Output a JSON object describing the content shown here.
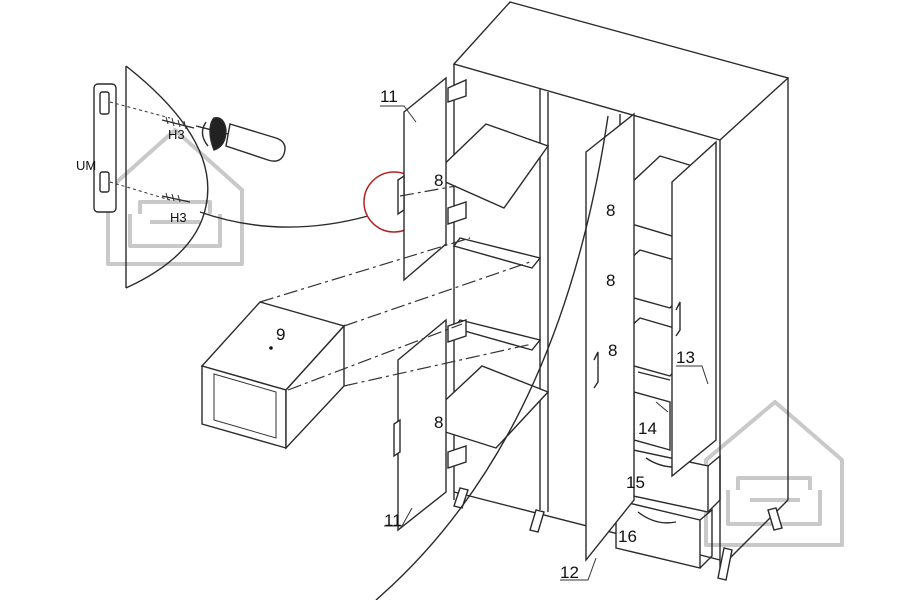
{
  "labels": {
    "door_top_left": "11",
    "door_bottom_left": "11",
    "center_door": "12",
    "right_door": "13",
    "drawer_small": "14",
    "drawer_middle": "15",
    "drawer_bottom": "16",
    "box": "9",
    "shelf": "8",
    "detail_um": "UM",
    "screw_top": "H3",
    "screw_bottom": "H3"
  },
  "watermark_icon": "house-sofa-watermark-icon",
  "tool_icon": "screwdriver-icon"
}
